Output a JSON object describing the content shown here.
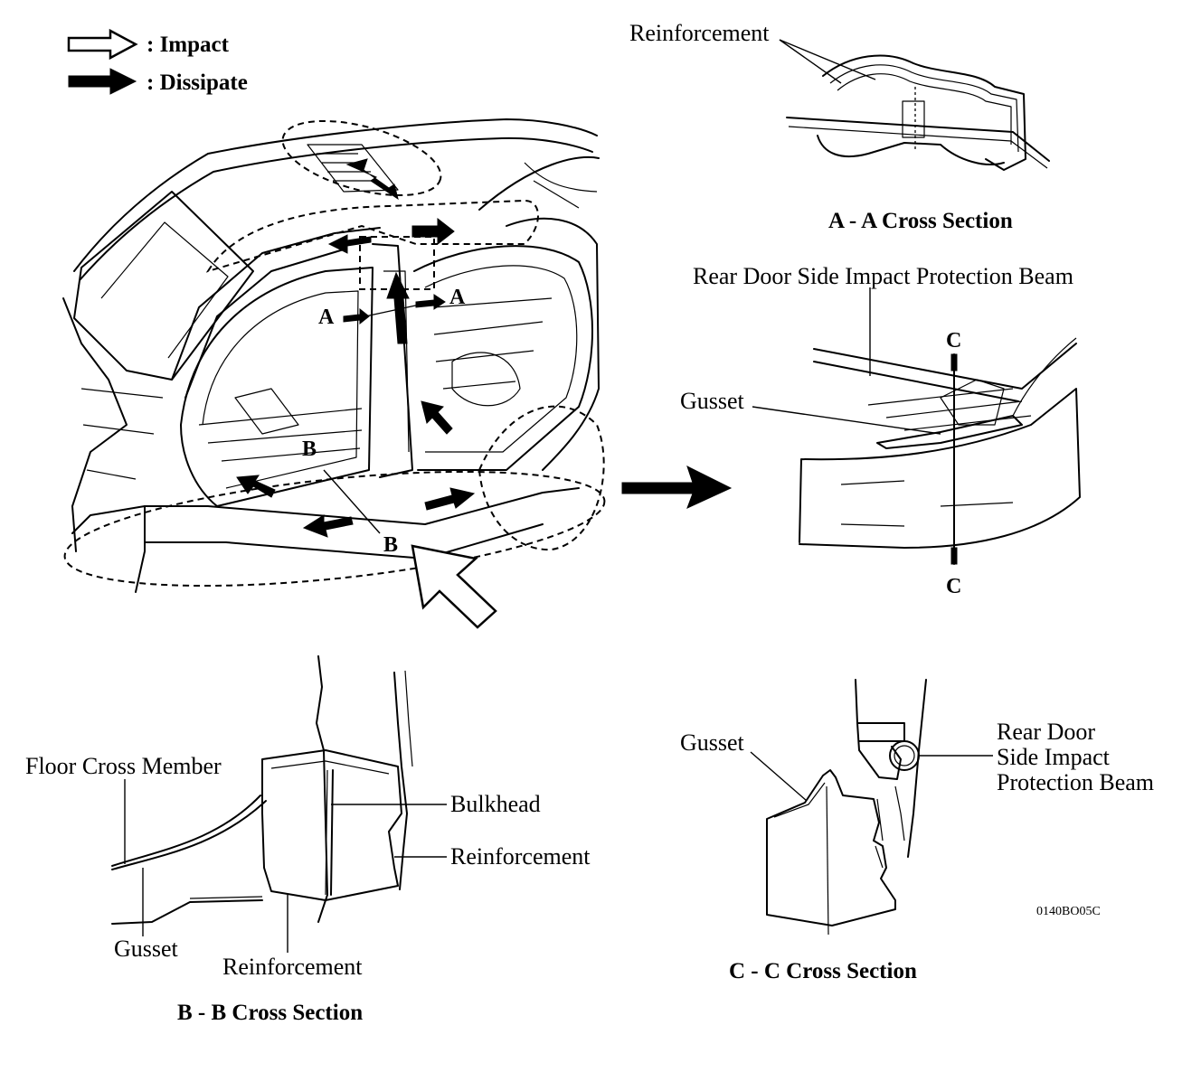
{
  "legend": {
    "impact_label": ": Impact",
    "dissipate_label": ": Dissipate"
  },
  "main_view": {
    "section_markers": {
      "a_left": "A",
      "a_right": "A",
      "b_top": "B",
      "b_bottom": "B"
    }
  },
  "section_a": {
    "callout_reinforcement": "Reinforcement",
    "title": "A - A Cross Section"
  },
  "rear_door_view": {
    "callout_beam": "Rear Door Side Impact Protection Beam",
    "callout_gusset": "Gusset",
    "marker_top": "C",
    "marker_bottom": "C"
  },
  "section_b": {
    "callout_floor_cross_member": "Floor Cross Member",
    "callout_bulkhead": "Bulkhead",
    "callout_reinforcement_right": "Reinforcement",
    "callout_gusset": "Gusset",
    "callout_reinforcement_bottom": "Reinforcement",
    "title": "B - B Cross Section"
  },
  "section_c": {
    "callout_gusset": "Gusset",
    "callout_beam_line1": "Rear Door",
    "callout_beam_line2": "Side Impact",
    "callout_beam_line3": "Protection Beam",
    "figure_code": "0140BO05C",
    "title": "C - C Cross Section"
  },
  "icons": {
    "impact_arrow": "hollow-arrow-icon",
    "dissipate_arrow": "solid-arrow-icon"
  }
}
